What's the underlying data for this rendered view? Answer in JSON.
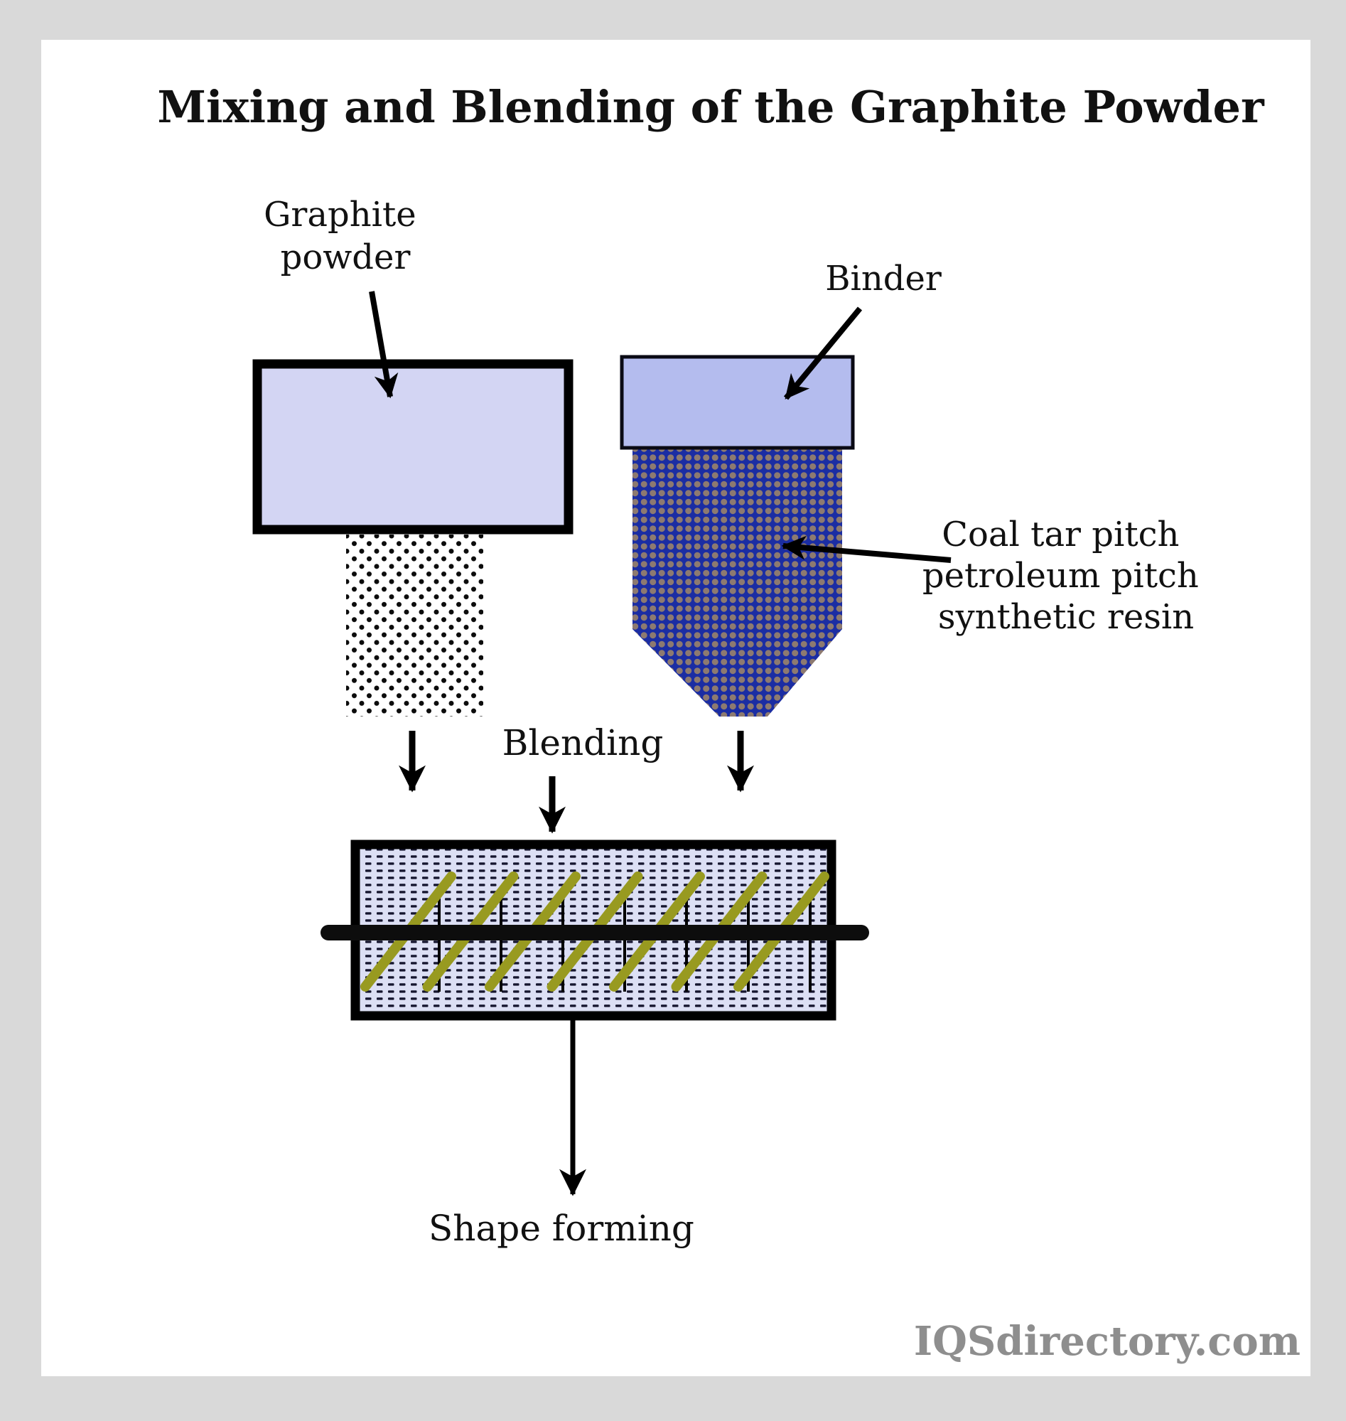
{
  "title": "Mixing and Blending of the Graphite Powder",
  "diagram": {
    "graphite_label": {
      "line1": "Graphite",
      "line2": "powder"
    },
    "binder_label": "Binder",
    "coal_label": {
      "line1": "Coal tar pitch",
      "line2": "petroleum pitch",
      "line3": "synthetic resin"
    },
    "blending_label": "Blending",
    "shape_forming_label": "Shape forming"
  },
  "watermark": "IQSdirectory.com",
  "colors": {
    "frame": "#d9d9d9",
    "canvas": "#ffffff",
    "ink": "#111111",
    "graphite_fill": "#d3d5f3",
    "binder_fill": "#b4bcee",
    "funnel_bg": "#1b2da3",
    "funnel_dot": "#8d7a70",
    "mixer_fill": "#dcdff4",
    "mixer_dash": "#15152e",
    "blade": "#989a20",
    "watermark_color": "#8e8e8e"
  }
}
